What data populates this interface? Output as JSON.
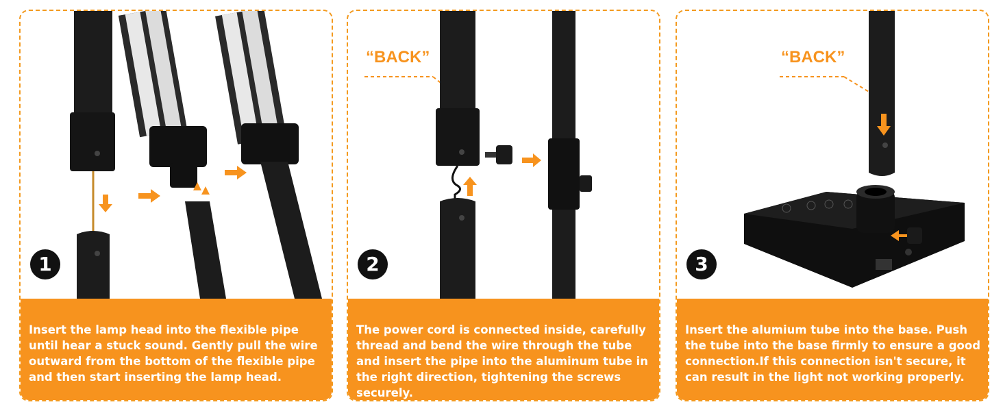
{
  "panels": [
    {
      "step": "1",
      "caption": "Insert the lamp head into the flexible pipe until hear a stuck sound.  Gently pull the wire outward from the bottom of the flexible pipe and then start inserting the lamp head."
    },
    {
      "step": "2",
      "label": "“BACK”",
      "caption": "The power cord is connected inside, carefully thread and bend the wire through the tube and insert the pipe  into the aluminum tube in the right direction, tightening the screws securely."
    },
    {
      "step": "3",
      "label": "“BACK”",
      "caption": "Insert the alumium tube into the base. Push the tube into the base firmly to ensure a good connection.If this connection isn't secure, it can result in the light not working properly."
    }
  ],
  "colors": {
    "accent": "#f7931e",
    "border": "#f39a1f",
    "product": "#111111"
  }
}
